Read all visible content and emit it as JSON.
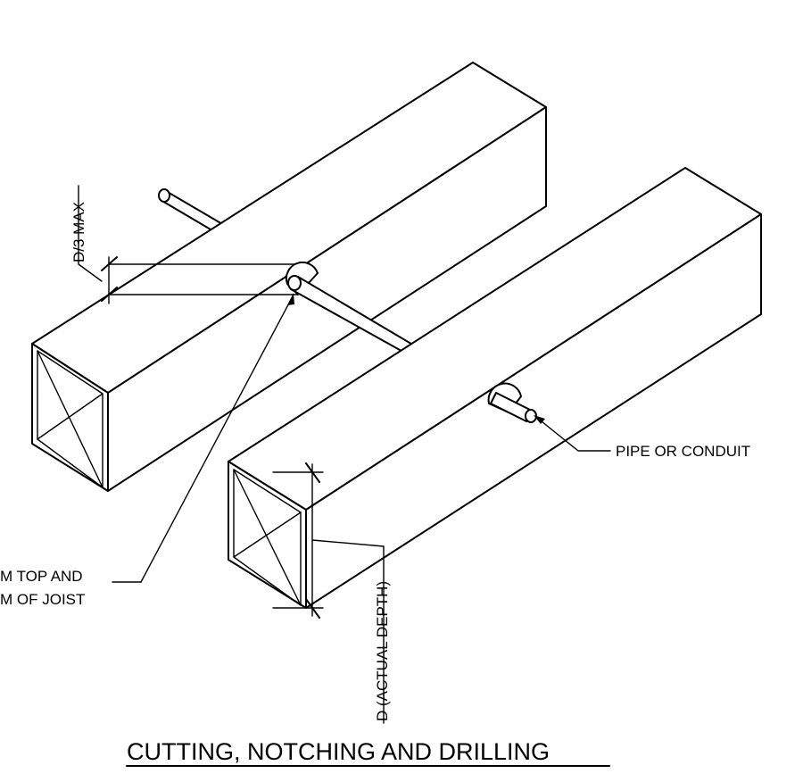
{
  "diagram": {
    "title": "CUTTING, NOTCHING AND DRILLING",
    "labels": {
      "d3_max": "D/3 MAX",
      "pipe_conduit": "PIPE OR CONDUIT",
      "edge_note_line1": "M TOP AND",
      "edge_note_line2": "M OF JOIST",
      "actual_depth": "D (ACTUAL DEPTH)"
    }
  }
}
